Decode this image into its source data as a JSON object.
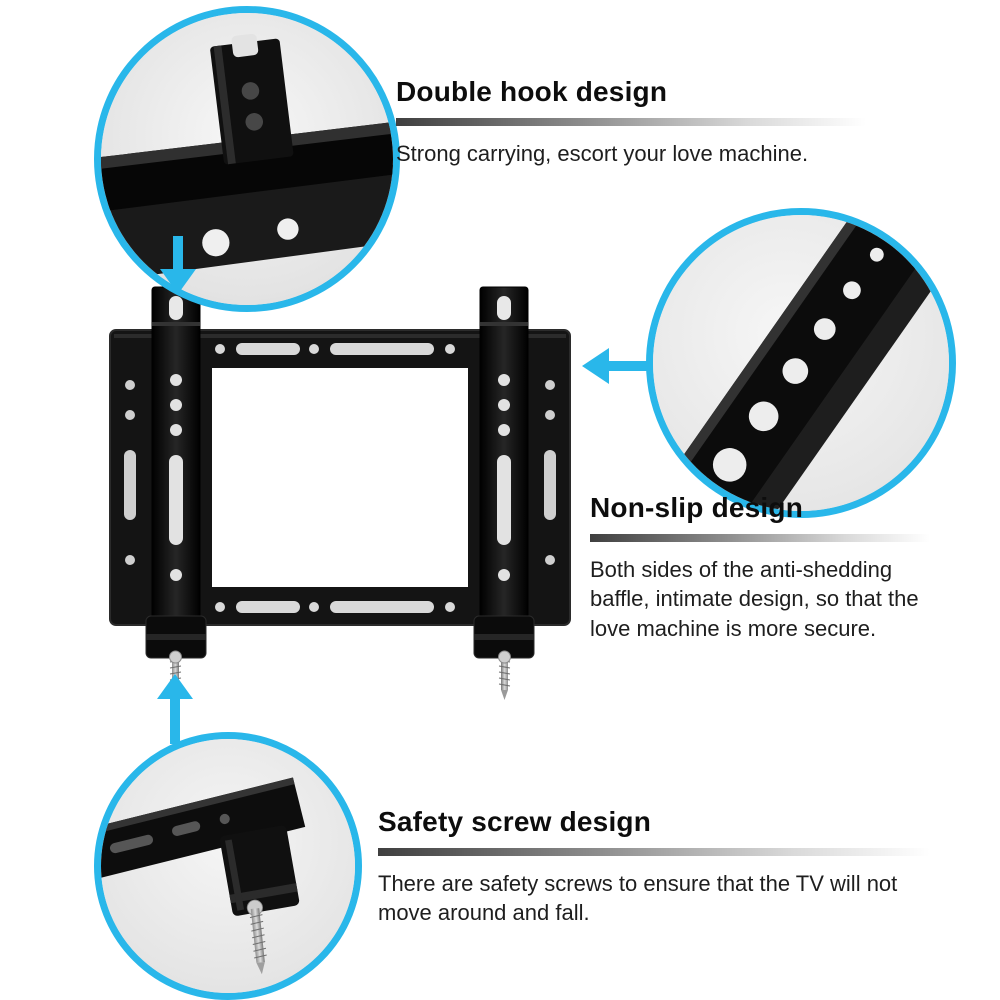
{
  "style": {
    "accent": "#29b7ea",
    "title_color": "#0d0d0d",
    "body_color": "#1e1e1e",
    "divider_gradient": [
      "#3f3f3f",
      "#ffffff"
    ]
  },
  "features": [
    {
      "title": "Double hook design",
      "description": "Strong carrying, escort your love machine."
    },
    {
      "title": "Non-slip design",
      "description": "Both sides of the anti-shedding baffle, intimate design, so that the love machine is more secure."
    },
    {
      "title": "Safety screw design",
      "description": "There are safety screws to ensure that the TV will not move around and fall."
    }
  ],
  "icons": {
    "product_photo": "tv-wall-mount-bracket",
    "arrow_down": "arrow-down-icon",
    "arrow_left": "arrow-left-icon",
    "arrow_up": "arrow-up-icon",
    "callouts": [
      "double-hook-closeup",
      "non-slip-rail-closeup",
      "safety-screw-closeup"
    ]
  }
}
